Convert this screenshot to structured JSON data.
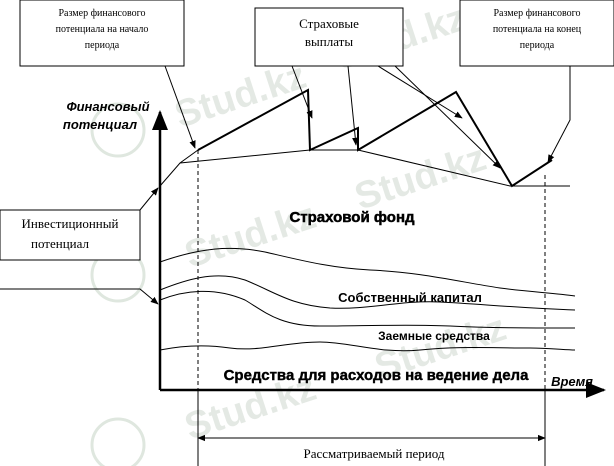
{
  "boxes": {
    "start_size": [
      "Размер финансового",
      "потенциала на начало",
      "периода"
    ],
    "insurance_payouts": [
      "Страховые",
      "выплаты"
    ],
    "end_size": [
      "Размер финансового",
      "потенциала на конец",
      "периода"
    ],
    "investment_potential": [
      "Инвестиционный",
      "потенциал"
    ]
  },
  "axes": {
    "y_label": [
      "Финансовый",
      "потенциал"
    ],
    "x_label": "Время"
  },
  "layers": {
    "insurance_fund": "Страховой фонд",
    "own_capital": "Собственный капитал",
    "borrowed_funds": "Заемные средства",
    "operating_expenses": "Средства для расходов на ведение дела"
  },
  "period_label": "Рассматриваемый период",
  "watermark": "Stud.kz"
}
